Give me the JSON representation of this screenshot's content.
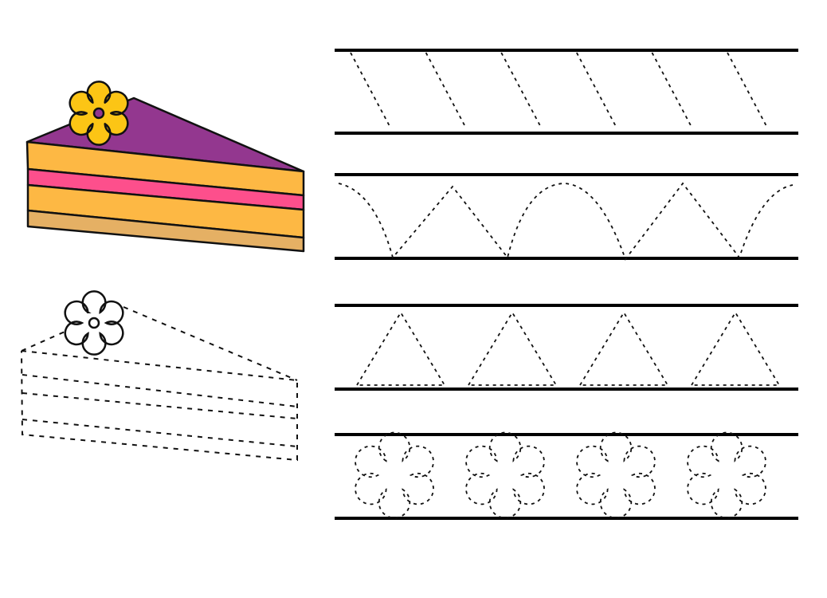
{
  "worksheet": {
    "colors": {
      "icing": "#93378f",
      "sponge": "#fdb844",
      "jam": "#fd4f8c",
      "base": "#e5b064",
      "flower": "#fcc515",
      "outline": "#111111"
    },
    "rows": [
      {
        "pattern": "diagonal-lines",
        "count": 6
      },
      {
        "pattern": "wave",
        "count": 4
      },
      {
        "pattern": "triangles",
        "count": 4
      },
      {
        "pattern": "flowers",
        "count": 4
      }
    ]
  }
}
